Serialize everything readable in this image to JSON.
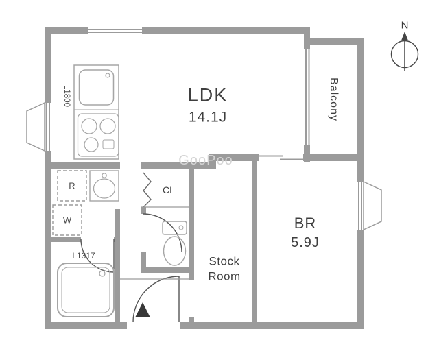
{
  "compass": {
    "north_label": "N"
  },
  "watermark": {
    "text": "GooPoo"
  },
  "rooms": {
    "ldk": {
      "name": "LDK",
      "area": "14.1J"
    },
    "bedroom": {
      "name": "BR",
      "area": "5.9J"
    },
    "balcony": {
      "name": "Balcony"
    },
    "stock_room": {
      "name_line1": "Stock",
      "name_line2": "Room"
    },
    "closet": {
      "name": "CL"
    }
  },
  "fixtures": {
    "kitchen_counter": {
      "label": "L1800"
    },
    "bathtub": {
      "label": "L1317"
    },
    "refrigerator_space": {
      "label": "R"
    },
    "washer_space": {
      "label": "W"
    }
  },
  "colors": {
    "wall": "#9b9b9b",
    "text": "#3f3f3f",
    "door_line": "#565656",
    "entrance_marker": "#383838",
    "watermark": "#d4d4d4"
  }
}
